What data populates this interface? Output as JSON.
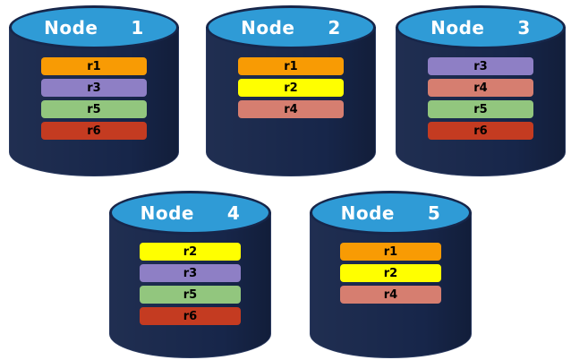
{
  "diagram": {
    "description": "Database replication diagram: five node cylinders holding replica records",
    "colors": {
      "cylinder_body": "#17264A",
      "cylinder_top": "#2F9BD6",
      "cylinder_outline": "#2A3A60",
      "title_text": "#FFFFFF",
      "record_text": "#000000",
      "background": "#FFFFFF",
      "r1": "#F89B04",
      "r2": "#FFFF00",
      "r3": "#8E7FC5",
      "r4": "#D67E70",
      "r5": "#92C67E",
      "r6": "#C43B21"
    },
    "nodes": [
      {
        "label": "Node  1",
        "records": [
          {
            "id": "r1",
            "color": "#F89B04"
          },
          {
            "id": "r3",
            "color": "#8E7FC5"
          },
          {
            "id": "r5",
            "color": "#92C67E"
          },
          {
            "id": "r6",
            "color": "#C43B21"
          }
        ]
      },
      {
        "label": "Node  2",
        "records": [
          {
            "id": "r1",
            "color": "#F89B04"
          },
          {
            "id": "r2",
            "color": "#FFFF00"
          },
          {
            "id": "r4",
            "color": "#D67E70"
          }
        ]
      },
      {
        "label": "Node  3",
        "records": [
          {
            "id": "r3",
            "color": "#8E7FC5"
          },
          {
            "id": "r4",
            "color": "#D67E70"
          },
          {
            "id": "r5",
            "color": "#92C67E"
          },
          {
            "id": "r6",
            "color": "#C43B21"
          }
        ]
      },
      {
        "label": "Node  4",
        "records": [
          {
            "id": "r2",
            "color": "#FFFF00"
          },
          {
            "id": "r3",
            "color": "#8E7FC5"
          },
          {
            "id": "r5",
            "color": "#92C67E"
          },
          {
            "id": "r6",
            "color": "#C43B21"
          }
        ]
      },
      {
        "label": "Node  5",
        "records": [
          {
            "id": "r1",
            "color": "#F89B04"
          },
          {
            "id": "r2",
            "color": "#FFFF00"
          },
          {
            "id": "r4",
            "color": "#D67E70"
          }
        ]
      }
    ]
  }
}
